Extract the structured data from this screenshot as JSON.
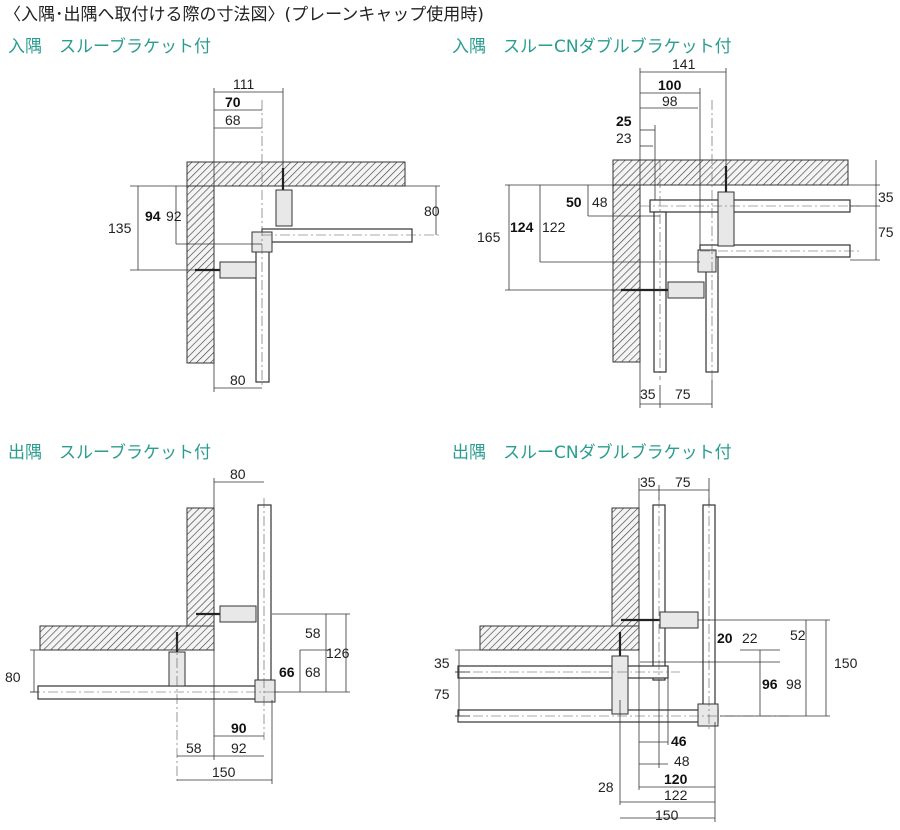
{
  "title": "〈入隅･出隅へ取付ける際の寸法図〉(プレーンキャップ使用時)",
  "panels": [
    {
      "heading": "入隅　スルーブラケット付",
      "dims": {
        "d111": "111",
        "d70": "70",
        "d68": "68",
        "d94": "94",
        "d92": "92",
        "d135": "135",
        "d80r": "80",
        "d80b": "80"
      }
    },
    {
      "heading": "入隅　スルーCNダブルブラケット付",
      "dims": {
        "d141": "141",
        "d100": "100",
        "d98": "98",
        "d25": "25",
        "d23": "23",
        "d50": "50",
        "d48": "48",
        "d124": "124",
        "d122": "122",
        "d165": "165",
        "d35r": "35",
        "d75r": "75",
        "d35b": "35",
        "d75b": "75"
      }
    },
    {
      "heading": "出隅　スルーブラケット付",
      "dims": {
        "d80t": "80",
        "d58r": "58",
        "d126": "126",
        "d66": "66",
        "d68": "68",
        "d80l": "80",
        "d90": "90",
        "d58b": "58",
        "d92": "92",
        "d150": "150"
      }
    },
    {
      "heading": "出隅　スルーCNダブルブラケット付",
      "dims": {
        "d35t": "35",
        "d75t": "75",
        "d52": "52",
        "d150r": "150",
        "d20": "20",
        "d22": "22",
        "d96": "96",
        "d98": "98",
        "d35l": "35",
        "d75l": "75",
        "d46": "46",
        "d48": "48",
        "d28": "28",
        "d120": "120",
        "d122": "122",
        "d150b": "150"
      }
    }
  ]
}
